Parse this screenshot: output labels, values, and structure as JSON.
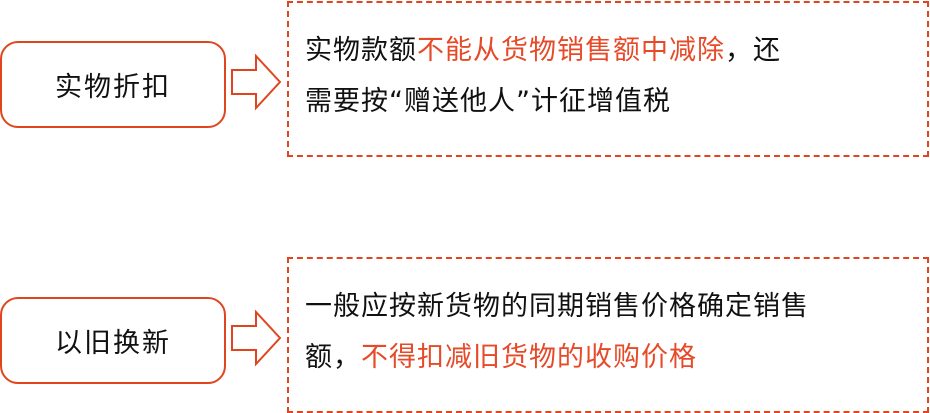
{
  "colors": {
    "border": "#e0461e",
    "highlight": "#e64a28",
    "text": "#111111"
  },
  "rows": [
    {
      "label": "实物折扣",
      "arrow_icon": "right-arrow-outline",
      "detail": {
        "line1_plain": "实物款额",
        "line1_highlight": "不能从货物销售额中减除",
        "line1_tail": "，还",
        "line2": "需要按“赠送他人”计征增值税"
      }
    },
    {
      "label": "以旧换新",
      "arrow_icon": "right-arrow-outline",
      "detail": {
        "line1": "一般应按新货物的同期销售价格确定销售",
        "line2_plain": "额，",
        "line2_highlight": "不得扣减旧货物的收购价格"
      }
    }
  ]
}
